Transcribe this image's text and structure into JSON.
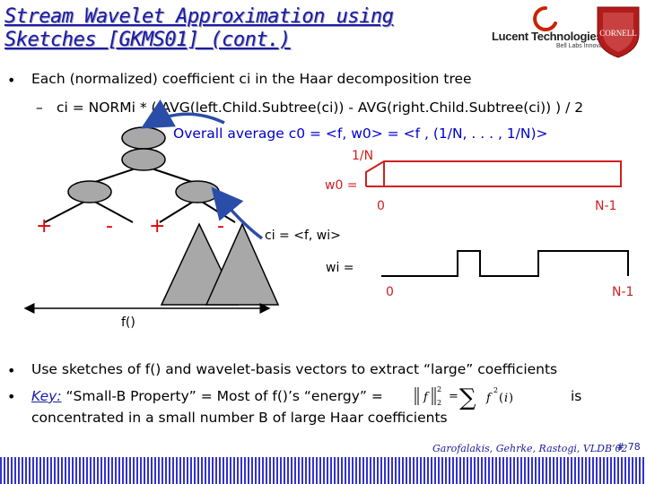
{
  "slide": {
    "title_line1": "Stream Wavelet Approximation using",
    "title_line2": "Sketches [GKMS01] (cont.)",
    "logo_company": "Lucent Technologies",
    "logo_sub": "Bell Labs Innovations",
    "logo_university": "CORNELL",
    "bullet1": "Each (normalized) coefficient ci in the Haar decomposition tree",
    "sub_bullet": "ci = NORMi * ( AVG(left.Child.Subtree(ci)) - AVG(right.Child.Subtree(ci)) ) / 2",
    "overall_average": "Overall average  c0 = <f, w0> = <f , (1/N, . . . , 1/N)>",
    "label_1_over_N": "1/N",
    "label_w0": "w0 =",
    "label_0_top": "0",
    "label_N1_top": "N-1",
    "label_ci": "ci = <f, wi>",
    "label_wi": "wi =",
    "label_0_bottom": "0",
    "label_N1_bottom": "N-1",
    "label_f": "f()",
    "sign_plus_1": "+",
    "sign_minus_1": "-",
    "sign_plus_2": "+",
    "sign_minus_2": "-",
    "bullet2": "Use sketches of f() and wavelet-basis vectors to extract “large” coefficients",
    "bullet3_key": "Key:",
    "bullet3_rest": " “Small-B Property” = Most of f()’s  “energy” =",
    "bullet3_is": "is",
    "bullet3_line2": "concentrated in a small number B of large Haar coefficients",
    "citation": "Garofalakis, Gehrke, Rastogi, VLDB’02",
    "slide_number": "# 78"
  },
  "colors": {
    "title": "#1a1aa6",
    "tree_node_fill": "#a8a8a8",
    "sign_red": "#e00000",
    "arrow_blue": "#2a4ea8",
    "footer": "#3333cc",
    "cornell_red": "#b31b1b"
  },
  "icons": [
    "cornell-logo",
    "lucent-logo",
    "haar-tree-diagram",
    "wavelet-step-function"
  ]
}
